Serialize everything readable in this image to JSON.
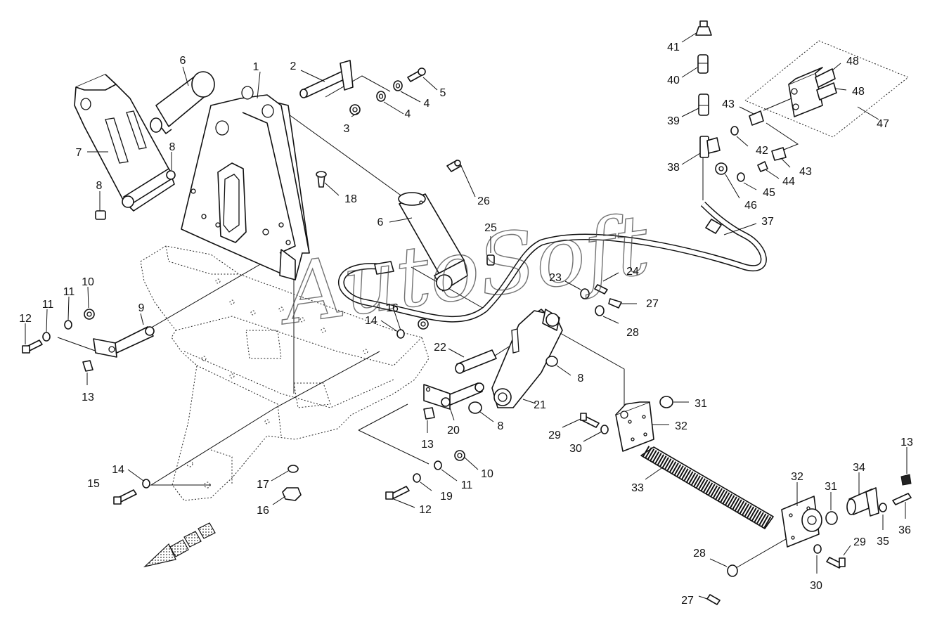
{
  "watermark": "AutoSoft",
  "callouts": [
    "1",
    "2",
    "3",
    "4",
    "4",
    "5",
    "6",
    "6",
    "7",
    "8",
    "8",
    "8",
    "8",
    "9",
    "10",
    "10",
    "11",
    "11",
    "11",
    "12",
    "12",
    "13",
    "13",
    "13",
    "14",
    "14",
    "15",
    "16",
    "16",
    "17",
    "18",
    "19",
    "20",
    "21",
    "22",
    "23",
    "24",
    "25",
    "26",
    "27",
    "27",
    "28",
    "28",
    "29",
    "29",
    "30",
    "30",
    "31",
    "31",
    "32",
    "32",
    "33",
    "34",
    "35",
    "36",
    "37",
    "38",
    "39",
    "40",
    "41",
    "42",
    "43",
    "43",
    "44",
    "45",
    "46",
    "47",
    "48",
    "48"
  ]
}
